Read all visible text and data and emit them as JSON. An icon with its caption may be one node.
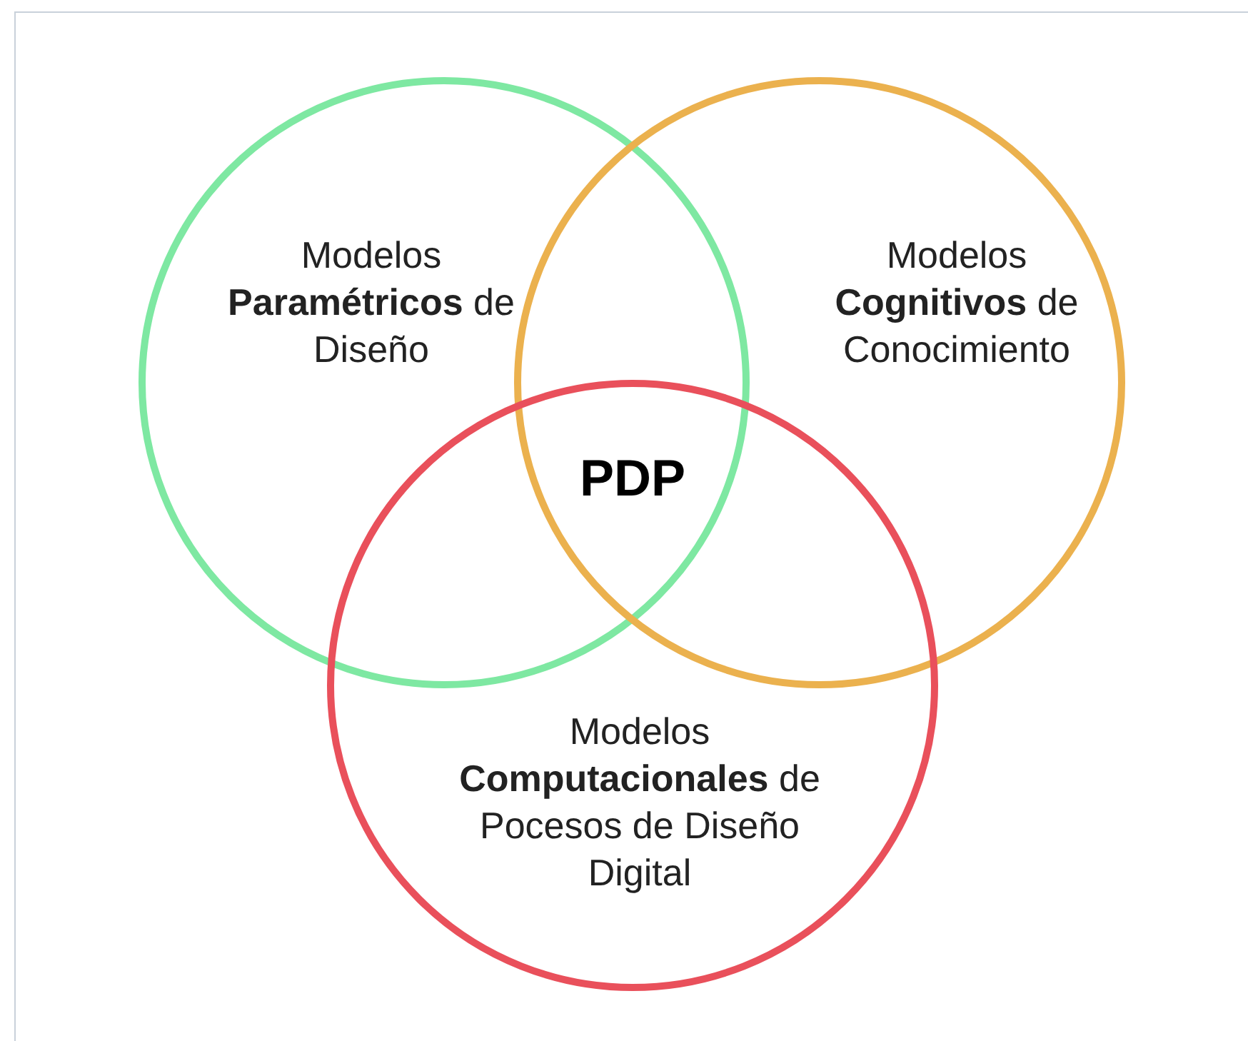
{
  "diagram": {
    "nodes": [
      {
        "text": [
          "Modelos **Paramétricos** de Diseño"
        ]
      },
      {
        "text": [
          "Modelos **Cognitivos** de Conocimiento"
        ]
      },
      {
        "text": [
          "Modelos **Computacionales** de Pocesos de Diseño Digital"
        ]
      }
    ],
    "labels": [
      "PDP"
    ]
  }
}
